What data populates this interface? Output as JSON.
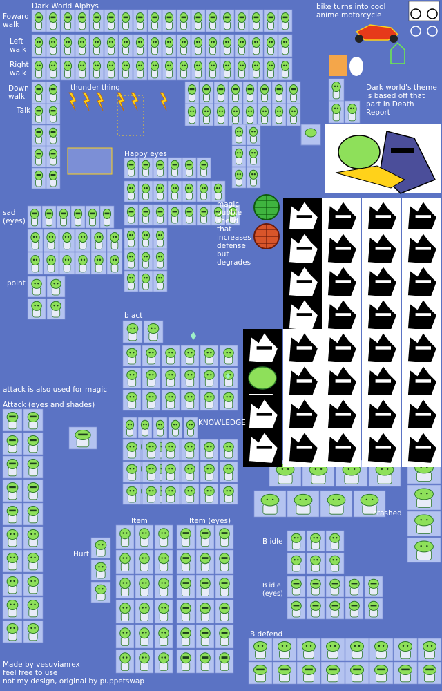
{
  "labels": {
    "title": "Dark World Alphys",
    "forward_walk": "Foward\nwalk",
    "left_walk": "Left\nwalk",
    "right_walk": "Right\nwalk",
    "down_walk": "Down\nwalk",
    "talk": "Talk",
    "thunder": "thunder thing",
    "happy_eyes": "Happy eyes",
    "sad_eyes": "sad\n(eyes)",
    "point": "point",
    "magic_bubble": "magic\nbubble\nsheild\nthat\nincreases\ndefense\nbut\ndegrades",
    "bike": "bike turns into cool\nanime motorcycle",
    "theme": "Dark world's theme\nis based off that\npart in Death\nReport",
    "b_act": "b act",
    "attack_magic": "attack is also used for magic",
    "attack": "Attack (eyes and shades)",
    "knowledge": "KNOWLEDGE",
    "item": "Item",
    "item_eyes": "Item (eyes)",
    "hurt": "Hurt",
    "crashed": "crashed",
    "b_idle": "B idle",
    "b_idle_eyes": "B idle\n(eyes)",
    "b_defend": "B defend",
    "credit": "Made by vesuvianrex\nfeel free to use\nnot my design, original by puppetswap"
  },
  "colors": {
    "background": "#5b73c4",
    "cell": "#b4c3f0",
    "sprite_green": "#8ee05a",
    "sprite_dark": "#2d7a2a",
    "coat": "#e8ecf8",
    "portrait_bg": "#000000"
  }
}
